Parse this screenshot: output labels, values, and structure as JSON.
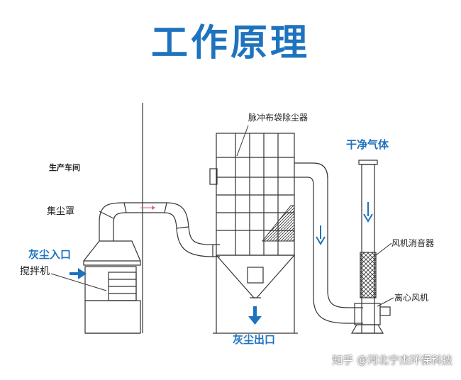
{
  "title": "工作原理",
  "labels": {
    "workshop": "生产车间",
    "dust_hood": "集尘罩",
    "dust_inlet": "灰尘入口",
    "mixer": "搅拌机",
    "bag_filter": "脉冲布袋除尘器",
    "clean_gas": "干净气体",
    "fan_silencer": "风机消音器",
    "centrifugal_fan": "离心风机",
    "dust_outlet": "灰尘出口"
  },
  "watermark": "知乎 @河北宁杰环保科技",
  "colors": {
    "title": "#1e73be",
    "arrow": "#1e73be",
    "line": "#333333"
  }
}
